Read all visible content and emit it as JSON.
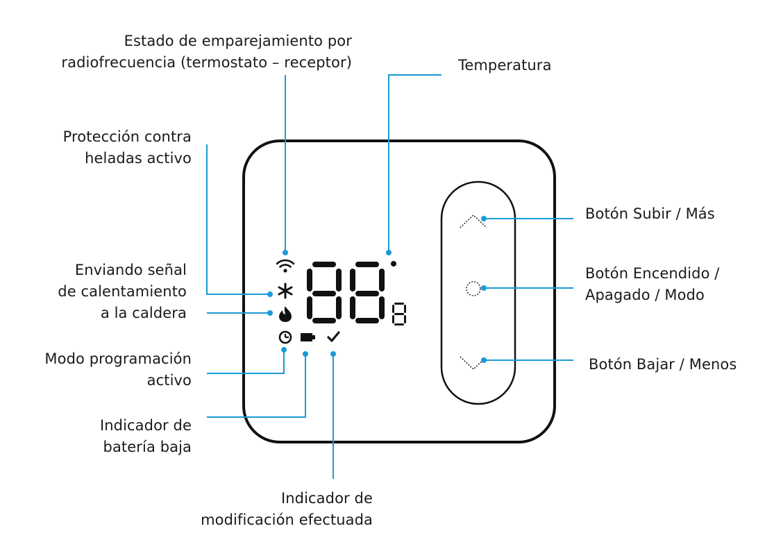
{
  "labels": {
    "rf_pairing": {
      "line1": "Estado de emparejamiento por",
      "line2": "radiofrecuencia (termostato – receptor)"
    },
    "temperature": {
      "line1": "Temperatura"
    },
    "frost": {
      "line1": "Protección contra",
      "line2": "heladas activo"
    },
    "heating": {
      "line1": "Enviando señal",
      "line2": "de calentamiento",
      "line3": "a la caldera"
    },
    "program": {
      "line1": "Modo programación",
      "line2": "activo"
    },
    "battery": {
      "line1": "Indicador de",
      "line2": "batería baja"
    },
    "modified": {
      "line1": "Indicador de",
      "line2": "modificación efectuada"
    },
    "btn_up": {
      "line1": "Botón Subir / Más"
    },
    "btn_power": {
      "line1": "Botón Encendido /",
      "line2": "Apagado / Modo"
    },
    "btn_down": {
      "line1": "Botón Bajar / Menos"
    }
  },
  "display": {
    "digits": "88",
    "small_digit": "8"
  },
  "colors": {
    "leader": "#1a9ad6",
    "outline": "#111111"
  },
  "icons": [
    "wifi-icon",
    "snowflake-icon",
    "flame-icon",
    "clock-icon",
    "battery-icon",
    "checkmark-icon",
    "chevron-up-icon",
    "power-circle-icon",
    "chevron-down-icon"
  ]
}
